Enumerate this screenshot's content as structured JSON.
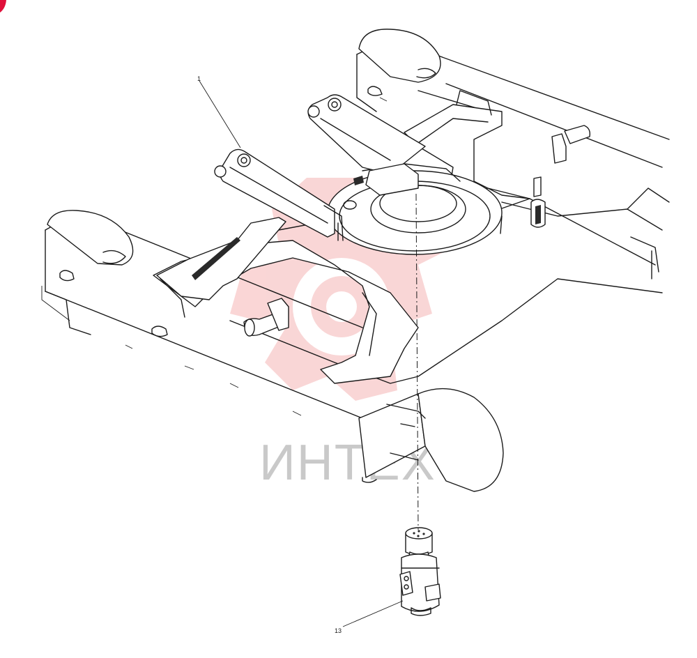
{
  "callouts": [
    {
      "id": "part-1",
      "text": "1"
    },
    {
      "id": "part-13",
      "text": "13"
    }
  ],
  "watermark": {
    "text": "ИНТЕХ",
    "logo_color": "#f5b5b5",
    "text_color": "#c9c9c9"
  },
  "corner_mark_color": "#e0103a"
}
